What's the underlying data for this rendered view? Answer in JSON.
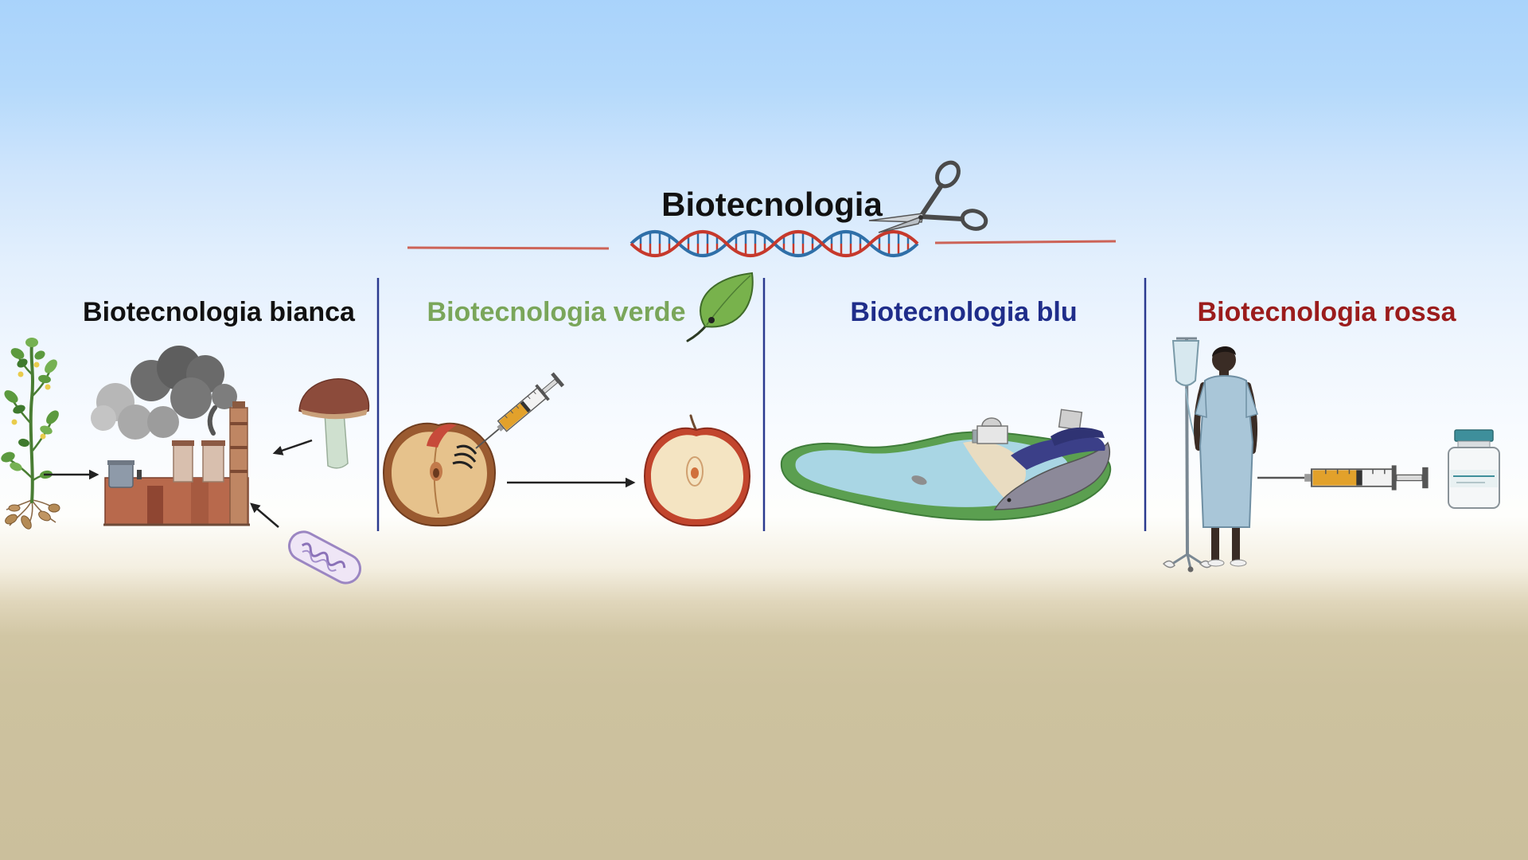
{
  "title": "Biotecnologia",
  "header_icons": [
    "scissors-icon",
    "dna-icon"
  ],
  "categories": [
    {
      "label": "Biotecnologia bianca",
      "color": "#111111",
      "icons": [
        "plant-icon",
        "factory-icon",
        "smoke-icon",
        "mushroom-icon",
        "bacteria-icon",
        "arrow-icon"
      ]
    },
    {
      "label": "Biotecnologia verde",
      "color": "#7aa65a",
      "icons": [
        "leaf-icon",
        "apple-icon",
        "syringe-icon",
        "arrow-icon"
      ]
    },
    {
      "label": "Biotecnologia blu",
      "color": "#1f2d8a",
      "icons": [
        "lake-icon",
        "fish-icon"
      ]
    },
    {
      "label": "Biotecnologia rossa",
      "color": "#9b1c1c",
      "icons": [
        "iv-drip-icon",
        "patient-icon",
        "syringe-icon",
        "vial-icon"
      ]
    }
  ],
  "colors": {
    "divider": "#2b3a8f",
    "sky": "#a9d3fb",
    "ground": "#cdc29f",
    "dna_strand_a": "#2f6fa8",
    "dna_strand_b": "#c6392c"
  }
}
